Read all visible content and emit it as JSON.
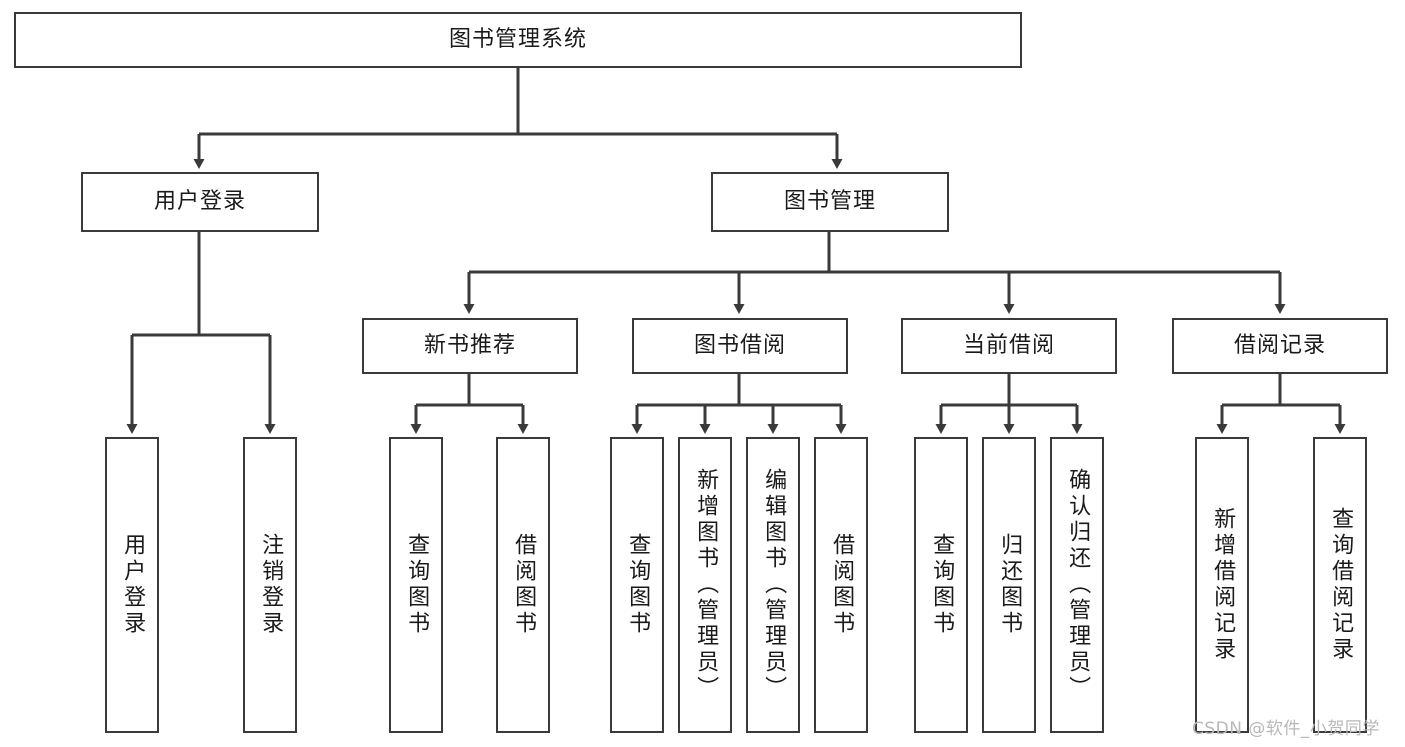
{
  "diagram": {
    "type": "tree",
    "title": "图书管理系统",
    "root": {
      "label": "图书管理系统"
    },
    "level2": [
      {
        "label": "用户登录"
      },
      {
        "label": "图书管理"
      }
    ],
    "level3": [
      {
        "label": "新书推荐"
      },
      {
        "label": "图书借阅"
      },
      {
        "label": "当前借阅"
      },
      {
        "label": "借阅记录"
      }
    ],
    "leaves": {
      "user_login": [
        {
          "label": "用户登录"
        },
        {
          "label": "注销登录"
        }
      ],
      "new_book_recommend": [
        {
          "label": "查询图书"
        },
        {
          "label": "借阅图书"
        }
      ],
      "book_borrow": [
        {
          "label": "查询图书"
        },
        {
          "label": "新增图书（管理员）"
        },
        {
          "label": "编辑图书（管理员）"
        },
        {
          "label": "借阅图书"
        }
      ],
      "current_borrow": [
        {
          "label": "查询图书"
        },
        {
          "label": "归还图书"
        },
        {
          "label": "确认归还（管理员）"
        }
      ],
      "borrow_record": [
        {
          "label": "新增借阅记录"
        },
        {
          "label": "查询借阅记录"
        }
      ]
    },
    "colors": {
      "border": "#3a3a3a",
      "fill": "#ffffff",
      "text": "#1a1a1a",
      "connector": "#3a3a3a",
      "watermark": "#b8b8b8"
    }
  },
  "watermark": {
    "text": "CSDN @软件_小贺同学"
  }
}
